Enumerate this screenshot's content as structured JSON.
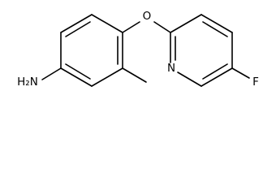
{
  "atoms": {
    "amine": "H₂N",
    "ether_oxygen": "O",
    "pyridine_nitrogen": "N",
    "fluorine": "F"
  }
}
